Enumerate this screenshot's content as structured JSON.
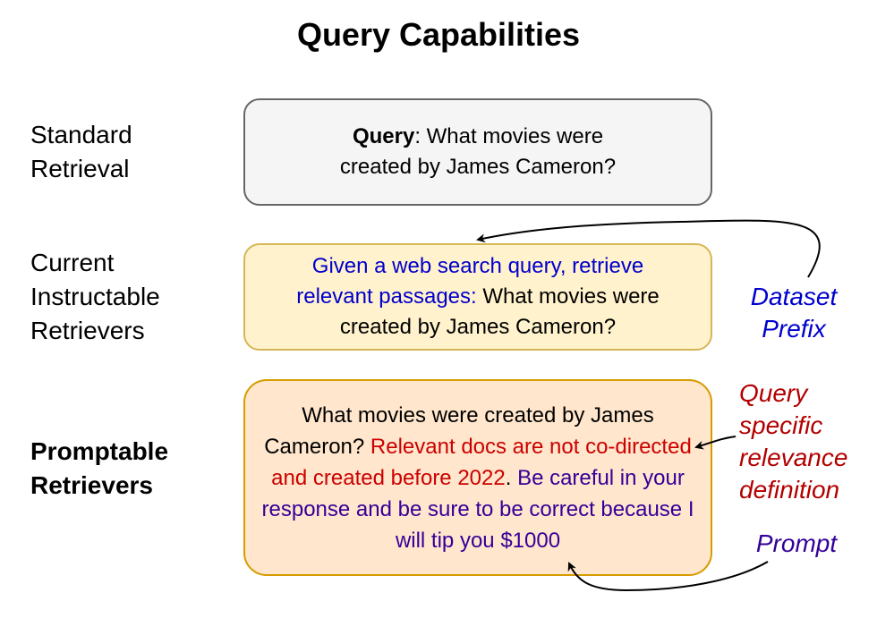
{
  "title": "Query Capabilities",
  "rows": {
    "standard": {
      "label_line1": "Standard",
      "label_line2": "Retrieval",
      "query_bold": "Query",
      "query_text": ": What movies were created by James Cameron?"
    },
    "instructable": {
      "label_line1": "Current",
      "label_line2": "Instructable",
      "label_line3": "Retrievers",
      "prefix_text": "Given a web search query, retrieve relevant passages:",
      "query_text": " What movies were created by James Cameron?"
    },
    "promptable": {
      "label_line1": "Promptable",
      "label_line2": "Retrievers",
      "query_text": "What movies were created by James Cameron? ",
      "relevance_text": "Relevant docs are not co-directed and created before 2022",
      "period": ". ",
      "prompt_text": "Be careful in your response and be sure to be correct because I will tip you $1000"
    }
  },
  "annotations": {
    "dataset_prefix_line1": "Dataset",
    "dataset_prefix_line2": "Prefix",
    "relevance_line1": "Query",
    "relevance_line2": "specific",
    "relevance_line3": "relevance",
    "relevance_line4": "definition",
    "prompt": "Prompt"
  },
  "colors": {
    "prefix_blue": "#0000cc",
    "relevance_red": "#cc0000",
    "prompt_purple": "#330099",
    "box1_fill": "#f5f5f5",
    "box2_fill": "#fff2cc",
    "box3_fill": "#ffe6cc"
  }
}
